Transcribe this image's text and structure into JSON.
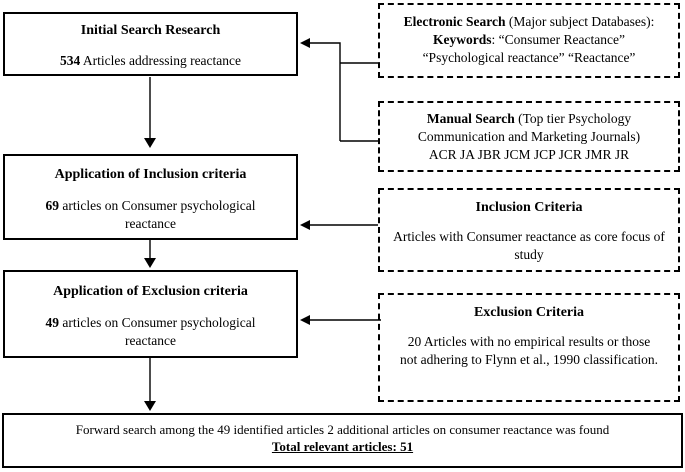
{
  "colors": {
    "line": "#000000",
    "background": "#ffffff",
    "text": "#000000"
  },
  "left_column": {
    "initial": {
      "title": "Initial Search Research",
      "count": "534",
      "body": " Articles addressing reactance"
    },
    "inclusion_step": {
      "title": "Application of Inclusion criteria",
      "count": "69",
      "body": " articles on Consumer psychological reactance"
    },
    "exclusion_step": {
      "title": "Application of Exclusion criteria",
      "count": "49",
      "body": " articles on Consumer psychological reactance"
    }
  },
  "right_column": {
    "electronic": {
      "line1_bold": "Electronic Search",
      "line1_rest": " (Major subject Databases):",
      "line2_bold": "Keywords",
      "line2_rest": ": “Consumer Reactance”",
      "line3": "“Psychological reactance” “Reactance”"
    },
    "manual": {
      "line1_bold": "Manual Search",
      "line1_rest": " (Top tier Psychology",
      "line2": "Communication and Marketing Journals)",
      "line3": "ACR JA JBR JCM JCP JCR JMR JR"
    },
    "inclusion_criteria": {
      "title": "Inclusion Criteria",
      "body": "Articles with Consumer reactance as core focus of study"
    },
    "exclusion_criteria": {
      "title": "Exclusion Criteria",
      "body": "20 Articles with no empirical results or those not adhering to Flynn et al., 1990 classification."
    }
  },
  "bottom": {
    "line1": "Forward search among the 49 identified articles 2 additional articles on consumer reactance was found",
    "line2": "Total relevant articles: 51"
  }
}
